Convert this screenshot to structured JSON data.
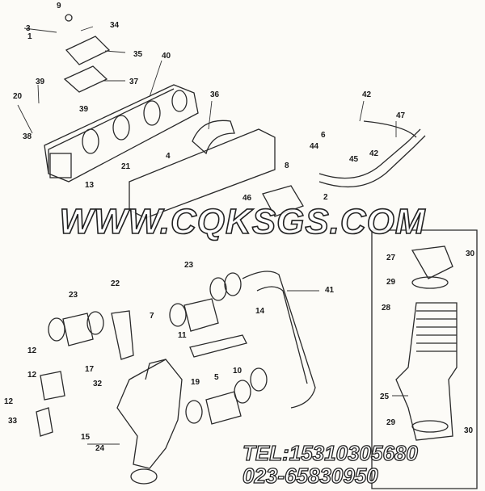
{
  "watermark": "WWW.CQKSGS.COM",
  "contact": {
    "tel": "TEL:15310305680",
    "phone": "023-65830950"
  },
  "callouts": [
    "9",
    "34",
    "3",
    "1",
    "35",
    "40",
    "39",
    "37",
    "20",
    "39",
    "36",
    "42",
    "47",
    "38",
    "6",
    "44",
    "8",
    "42",
    "45",
    "21",
    "4",
    "13",
    "46",
    "2",
    "27",
    "30",
    "29",
    "28",
    "23",
    "22",
    "7",
    "41",
    "14",
    "23",
    "12",
    "11",
    "12",
    "17",
    "32",
    "10",
    "5",
    "19",
    "12",
    "25",
    "33",
    "15",
    "29",
    "24",
    "30"
  ],
  "colors": {
    "line": "#2a2a2a",
    "paper": "#fcfbf7"
  }
}
